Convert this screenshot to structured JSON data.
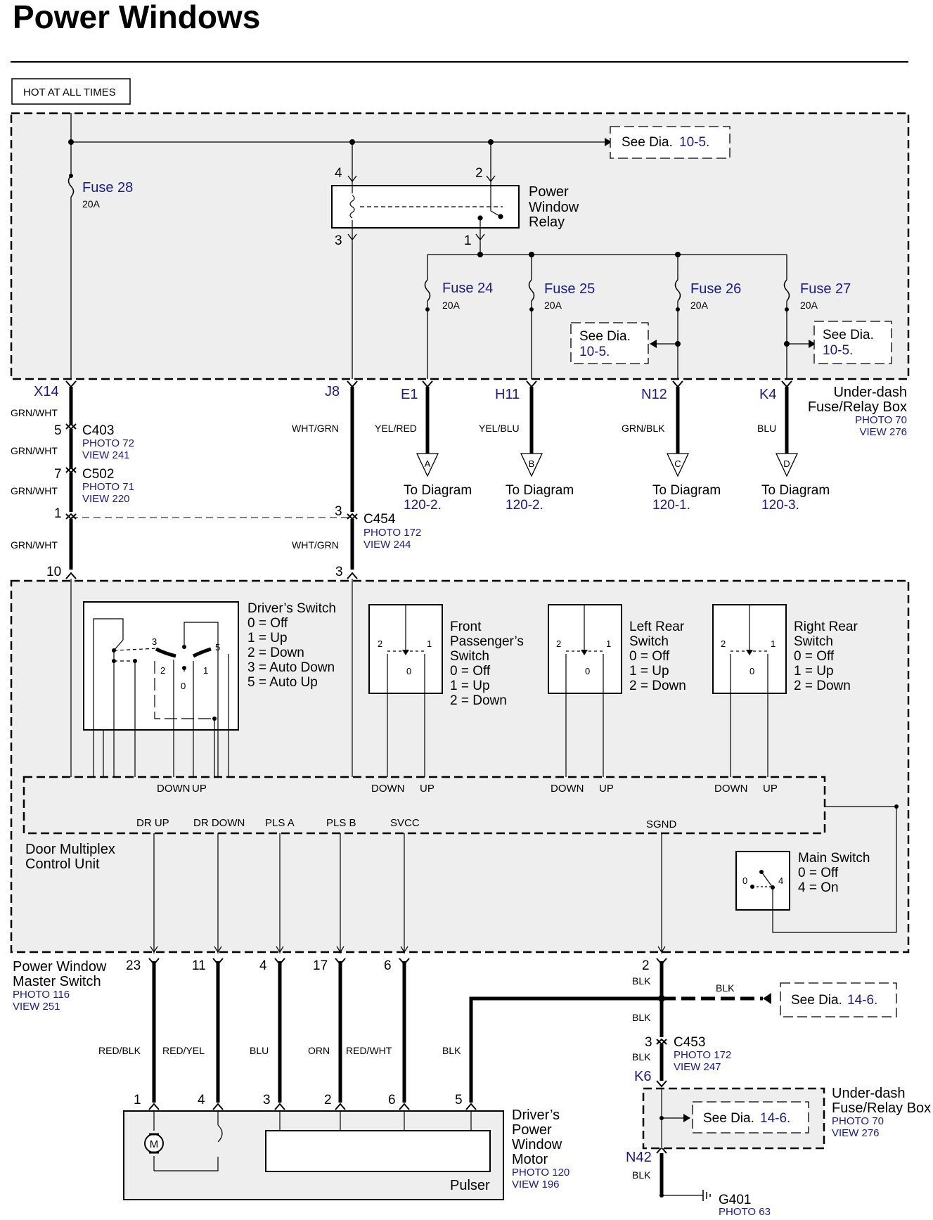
{
  "title": "Power Windows",
  "hot_label": "HOT AT ALL TIMES",
  "see": "See Dia.",
  "dia_10_5": "10-5.",
  "dia_14_6": "14-6.",
  "fuse28": {
    "name": "Fuse 28",
    "rating": "20A"
  },
  "fuse24": {
    "name": "Fuse 24",
    "rating": "20A"
  },
  "fuse25": {
    "name": "Fuse 25",
    "rating": "20A"
  },
  "fuse26": {
    "name": "Fuse 26",
    "rating": "20A"
  },
  "fuse27": {
    "name": "Fuse 27",
    "rating": "20A"
  },
  "relay": {
    "line1": "Power",
    "line2": "Window",
    "line3": "Relay",
    "pin4": "4",
    "pin2": "2",
    "pin3": "3",
    "pin1": "1"
  },
  "underdash_top": {
    "line1": "Under-dash",
    "line2": "Fuse/Relay Box",
    "photo": "PHOTO 70",
    "view": "VIEW 276"
  },
  "terminals": {
    "x14": "X14",
    "j8": "J8",
    "e1": "E1",
    "h11": "H11",
    "n12": "N12",
    "k4": "K4",
    "k6": "K6",
    "n42": "N42"
  },
  "wires": {
    "grn_wht": "GRN/WHT",
    "wht_grn": "WHT/GRN",
    "yel_red": "YEL/RED",
    "yel_blu": "YEL/BLU",
    "grn_blk": "GRN/BLK",
    "blu": "BLU",
    "red_blk": "RED/BLK",
    "red_yel": "RED/YEL",
    "orn": "ORN",
    "red_wht": "RED/WHT",
    "blk": "BLK"
  },
  "c403": {
    "name": "C403",
    "pin": "5",
    "photo": "PHOTO 72",
    "view": "VIEW 241"
  },
  "c502": {
    "name": "C502",
    "pin": "7",
    "photo": "PHOTO 71",
    "view": "VIEW 220"
  },
  "c454": {
    "name": "C454",
    "pin_left": "1",
    "pin_right": "3",
    "photo": "PHOTO 172",
    "view": "VIEW 244"
  },
  "dest": {
    "to": "To Diagram",
    "a": "A",
    "b": "B",
    "c": "C",
    "d": "D",
    "a_dia": "120-2.",
    "b_dia": "120-2.",
    "c_dia": "120-1.",
    "d_dia": "120-3."
  },
  "pins_mid": {
    "left": "10",
    "right": "3"
  },
  "driver_switch": {
    "title": "Driver’s Switch",
    "s0": "0 = Off",
    "s1": "1 = Up",
    "s2": "2 = Down",
    "s3": "3 = Auto Down",
    "s5": "5 = Auto Up",
    "p3": "3",
    "p5": "5",
    "p2": "2",
    "p1": "1",
    "p0": "0"
  },
  "fp_switch": {
    "l1": "Front",
    "l2": "Passenger’s",
    "l3": "Switch",
    "s0": "0 = Off",
    "s1": "1 = Up",
    "s2": "2 = Down"
  },
  "lr_switch": {
    "l1": "Left Rear",
    "l2": "Switch",
    "s0": "0 = Off",
    "s1": "1 = Up",
    "s2": "2 = Down"
  },
  "rr_switch": {
    "l1": "Right Rear",
    "l2": "Switch",
    "s0": "0 = Off",
    "s1": "1 = Up",
    "s2": "2 = Down"
  },
  "sw_pins": {
    "p2": "2",
    "p1": "1",
    "p0": "0"
  },
  "dmcu": {
    "line1": "Door Multiplex",
    "line2": "Control Unit",
    "down": "DOWN",
    "up": "UP",
    "dr_up": "DR UP",
    "dr_down": "DR DOWN",
    "pls_a": "PLS A",
    "pls_b": "PLS B",
    "svcc": "SVCC",
    "sgnd": "SGND"
  },
  "main_switch": {
    "title": "Main Switch",
    "s0": "0 = Off",
    "s4": "4 = On",
    "p0": "0",
    "p4": "4"
  },
  "master": {
    "line1": "Power Window",
    "line2": "Master Switch",
    "photo": "PHOTO 116",
    "view": "VIEW 251"
  },
  "master_pins": [
    "23",
    "11",
    "4",
    "17",
    "6",
    "2"
  ],
  "motor": {
    "line1": "Driver’s",
    "line2": "Power",
    "line3": "Window",
    "line4": "Motor",
    "photo": "PHOTO 120",
    "view": "VIEW 196",
    "pulser": "Pulser",
    "m": "M"
  },
  "motor_pins": [
    "1",
    "4",
    "3",
    "2",
    "6",
    "5"
  ],
  "c453": {
    "name": "C453",
    "pin": "3",
    "photo": "PHOTO 172",
    "view": "VIEW 247"
  },
  "underdash_bottom": {
    "line1": "Under-dash",
    "line2": "Fuse/Relay Box",
    "photo": "PHOTO 70",
    "view": "VIEW 276"
  },
  "g401": {
    "name": "G401",
    "photo": "PHOTO 63"
  }
}
